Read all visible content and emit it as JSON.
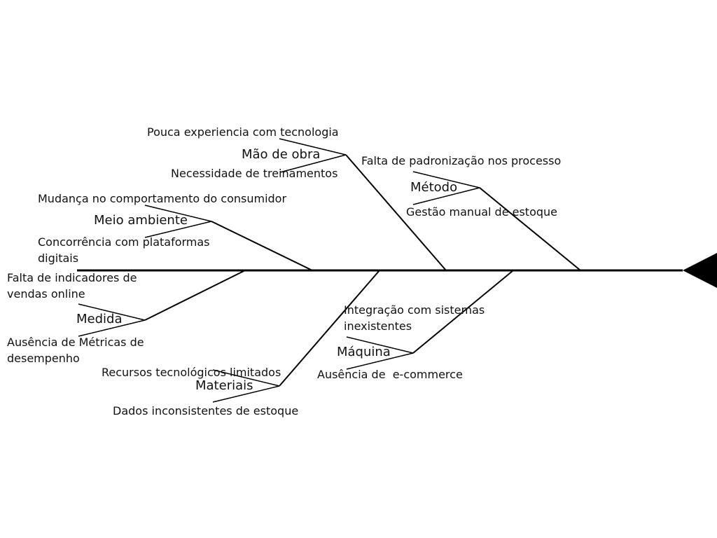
{
  "diagram": {
    "type": "fishbone",
    "line_color": "#000000",
    "text_color": "#111111",
    "branches": [
      {
        "category": "Mão de obra",
        "causes": [
          "Pouca experiencia com tecnologia",
          "Necessidade de treinamentos"
        ]
      },
      {
        "category": "Método",
        "causes": [
          "Falta de padronização nos processo",
          "Gestão manual de estoque"
        ]
      },
      {
        "category": "Meio ambiente",
        "causes": [
          "Mudança no comportamento do consumidor",
          "Concorrência com plataformas digitais"
        ]
      },
      {
        "category": "Medida",
        "causes": [
          "Falta de indicadores de vendas online",
          "Ausência de Métricas de desempenho"
        ]
      },
      {
        "category": "Materiais",
        "causes": [
          "Recursos tecnológicos limitados",
          "Dados inconsistentes de estoque"
        ]
      },
      {
        "category": "Máquina",
        "causes": [
          "Integração com sistemas inexistentes",
          "Ausência de  e-commerce"
        ]
      }
    ]
  }
}
